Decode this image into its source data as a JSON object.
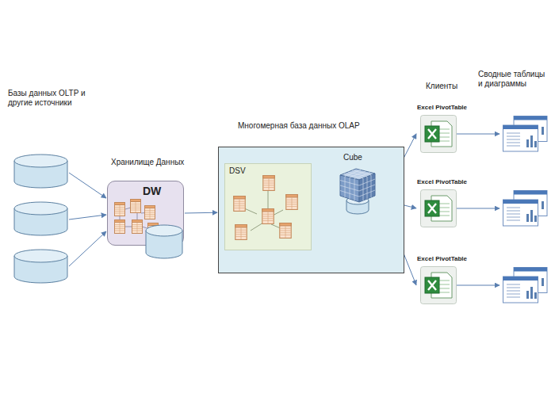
{
  "diagram": {
    "nodes": [
      {
        "text": [
          "Хранилище Данных",
          "DW"
        ]
      },
      {
        "text": [
          "Многомерная база данных OLAP"
        ]
      },
      {
        "text": [
          "DSV"
        ],
        "in": 1
      },
      {
        "text": [
          "Cube"
        ],
        "in": 1
      },
      {
        "text": [
          "Excel PivotTable"
        ]
      },
      {
        "text": [
          "Excel PivotTable"
        ]
      },
      {
        "text": [
          "Excel PivotTable"
        ]
      }
    ],
    "edges": [
      {
        "from": 0,
        "to": 1,
        "arrow": "to"
      },
      {
        "from": 2,
        "to": 3,
        "arrow": "to"
      },
      {
        "from": 3,
        "to": 4,
        "arrow": "to"
      },
      {
        "from": 3,
        "to": 5,
        "arrow": "to"
      },
      {
        "from": 3,
        "to": 6,
        "arrow": "to"
      }
    ],
    "labels": [
      "Базы данных OLTP и другие источники",
      "Клиенты",
      "Сводные таблицы и диаграммы"
    ]
  }
}
